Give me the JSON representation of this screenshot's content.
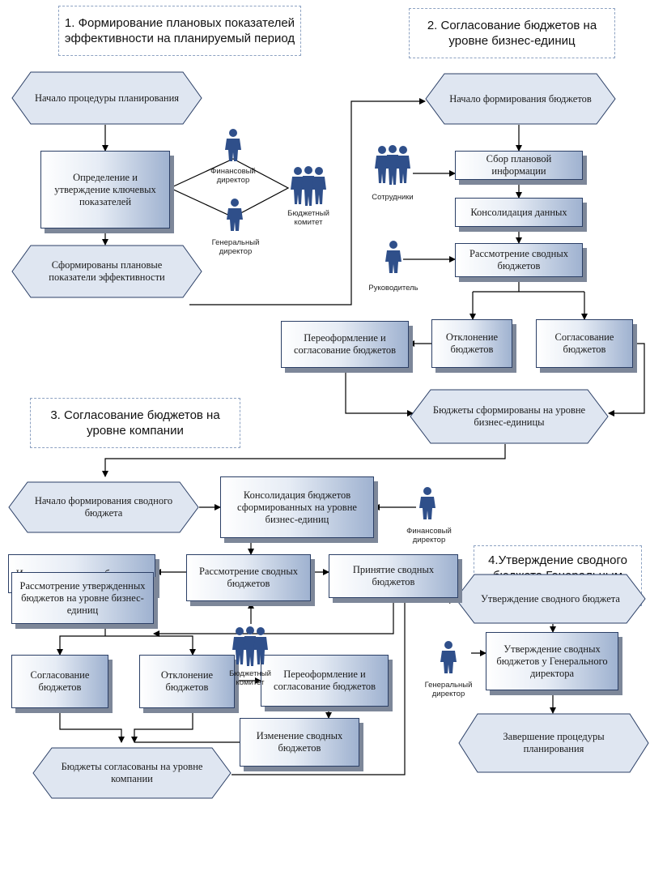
{
  "sections": {
    "s1": "1. Формирование плановых показателей эффективности на планируемый период",
    "s2": "2. Согласование бюджетов на уровне бизнес-единиц",
    "s3": "3. Согласование бюджетов на уровне компании",
    "s4": "4.Утверждение сводного бюджета Генеральным директором"
  },
  "nodes": {
    "n1_start": "Начало процедуры планирования",
    "n1_define": "Определение и утверждение ключевых показателей",
    "n1_end": "Сформированы плановые показатели эффективности",
    "n2_start": "Начало формирования бюджетов",
    "n2_collect": "Сбор плановой информации",
    "n2_consol": "Консолидация данных",
    "n2_review": "Рассмотрение сводных бюджетов",
    "n2_reformat": "Переоформление и согласование бюджетов",
    "n2_reject": "Отклонение бюджетов",
    "n2_approve": "Согласование бюджетов",
    "n2_end": "Бюджеты сформированы на уровне бизнес-единицы",
    "n3_start": "Начало формирования сводного бюджета",
    "n3_consol": "Консолидация бюджетов сформированных на уровне бизнес-единиц",
    "n3_change": "Изменение сводных бюджетов",
    "n3_review": "Рассмотрение сводных бюджетов",
    "n3_accept": "Принятие сводных бюджетов",
    "n3_reviewapproved": "Рассмотрение утвержденных бюджетов на уровне бизнес-единиц",
    "n3_approve": "Согласование бюджетов",
    "n3_reject": "Отклонение бюджетов",
    "n3_reformat": "Переоформление и согласование бюджетов",
    "n3_change2": "Изменение сводных бюджетов",
    "n3_end": "Бюджеты согласованы на уровне компании",
    "n4_start": "Утверждение сводного бюджета",
    "n4_approve": "Утверждение сводных бюджетов у Генерального директора",
    "n4_end": "Завершение процедуры планирования"
  },
  "actors": {
    "a1_findir": "Финансовый директор",
    "a1_gendir": "Генеральный директор",
    "a1_committee": "Бюджетный комитет",
    "a2_staff": "Сотрудники",
    "a2_head": "Руководитель",
    "a3_findir": "Финансовый директор",
    "a3_committee": "Бюджетный комитет",
    "a4_gendir": "Генеральный директор"
  },
  "colors": {
    "figure": "#2f4f8a",
    "border": "#2b3f66",
    "shadow": "#7d8799",
    "header_border": "#8da2c2"
  }
}
